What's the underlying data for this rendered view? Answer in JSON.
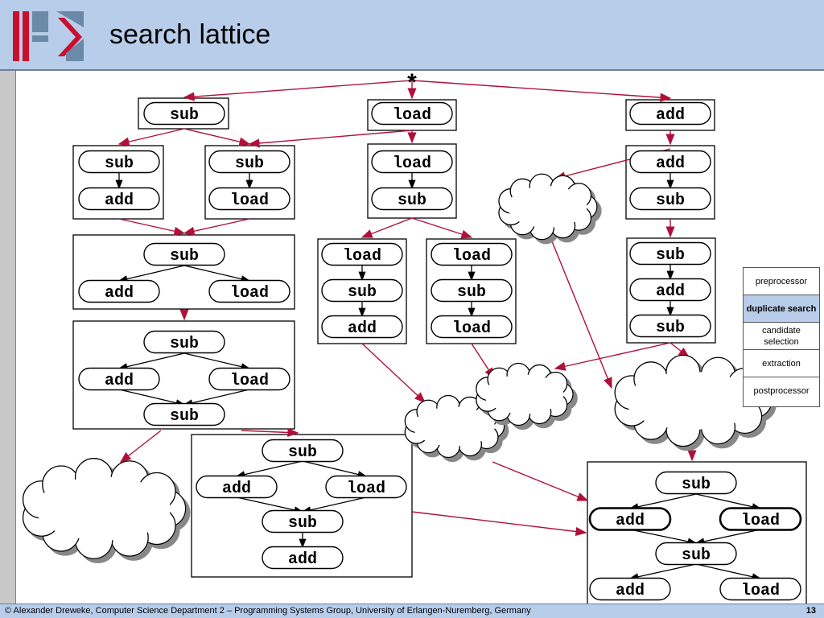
{
  "header": {
    "title": "search lattice"
  },
  "footer": {
    "copyright": "© Alexander Dreweke, Computer Science Department 2 – Programming Systems Group, University of Erlangen-Nuremberg, Germany",
    "page": "13"
  },
  "lattice": {
    "root": "*",
    "labels": {
      "sub": "sub",
      "add": "add",
      "load": "load"
    }
  },
  "sidebar": {
    "items": [
      {
        "label": "preprocessor"
      },
      {
        "label": "duplicate search"
      },
      {
        "label": "candidate selection"
      },
      {
        "label": "extraction"
      },
      {
        "label": "postprocessor"
      }
    ],
    "active_index": 1
  },
  "colors": {
    "header_bg": "#b8cdea",
    "arrow": "#b0103a",
    "sidebar_active": "#b8cdea"
  }
}
